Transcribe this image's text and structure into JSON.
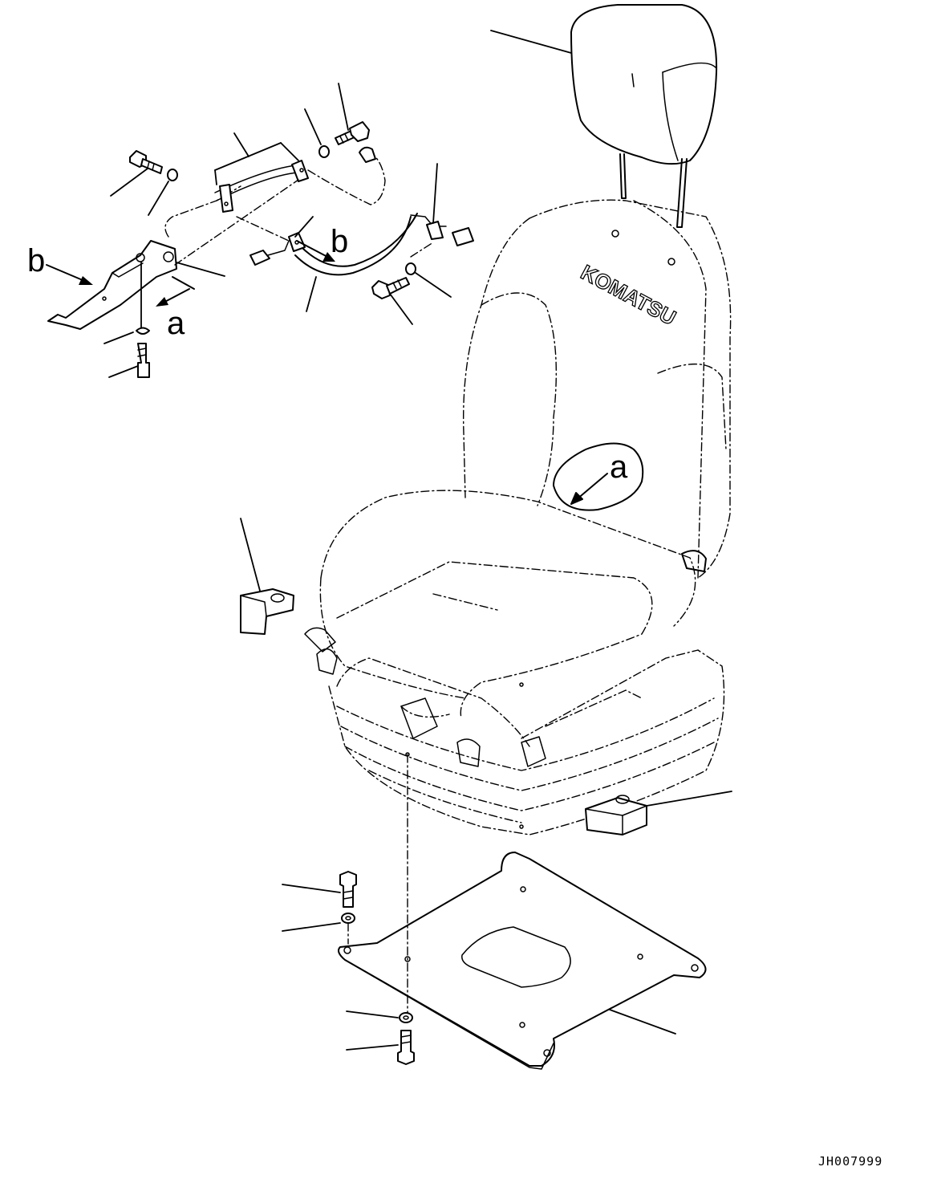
{
  "drawing": {
    "drawing_code": "JH007999",
    "brand_mark": "KOMATSU",
    "view_labels": {
      "label_a_top": "a",
      "label_b_left": "b",
      "label_b_harness": "b",
      "label_a_seat": "a"
    }
  }
}
